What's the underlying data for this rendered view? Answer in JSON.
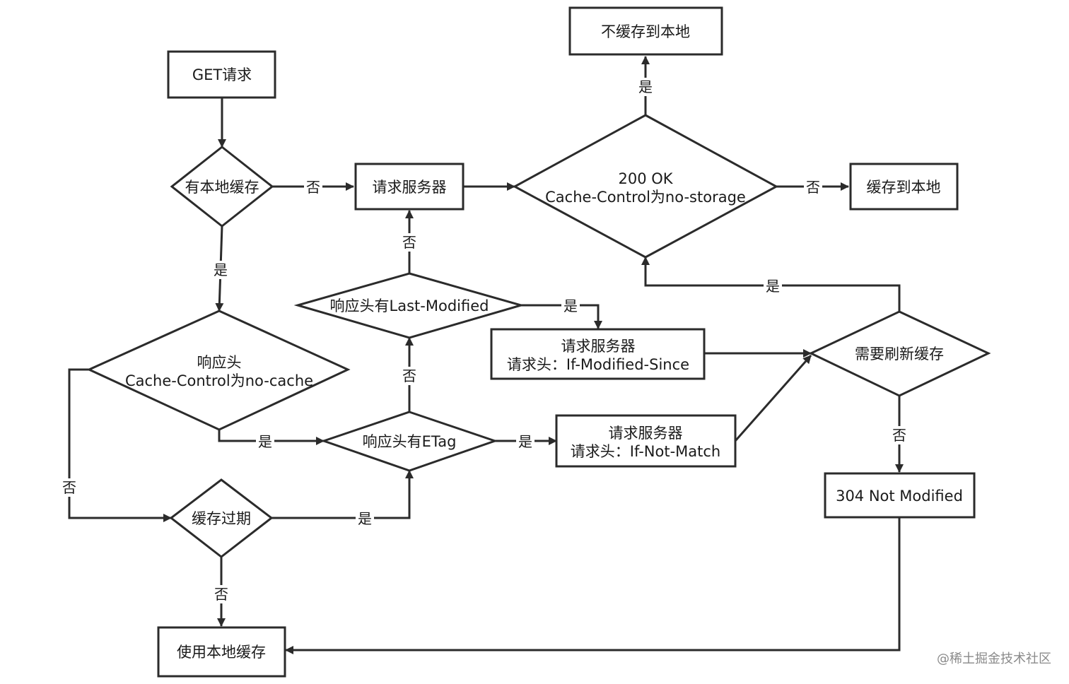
{
  "nodes": {
    "get_request": "GET请求",
    "has_local_cache": "有本地缓存",
    "request_server": "请求服务器",
    "ok_check_line1": "200 OK",
    "ok_check_line2": "Cache-Control为no-storage",
    "no_cache_local": "不缓存到本地",
    "cache_to_local": "缓存到本地",
    "no_cache_line1": "响应头",
    "no_cache_line2": "Cache-Control为no-cache",
    "last_modified": "响应头有Last-Modified",
    "ims_line1": "请求服务器",
    "ims_line2": "请求头：If-Modified-Since",
    "etag": "响应头有ETag",
    "inm_line1": "请求服务器",
    "inm_line2": "请求头：If-Not-Match",
    "need_refresh": "需要刷新缓存",
    "not_modified": "304 Not Modified",
    "cache_expired": "缓存过期",
    "use_local_cache": "使用本地缓存"
  },
  "labels": {
    "yes": "是",
    "no": "否"
  },
  "watermark": "@稀土掘金技术社区"
}
